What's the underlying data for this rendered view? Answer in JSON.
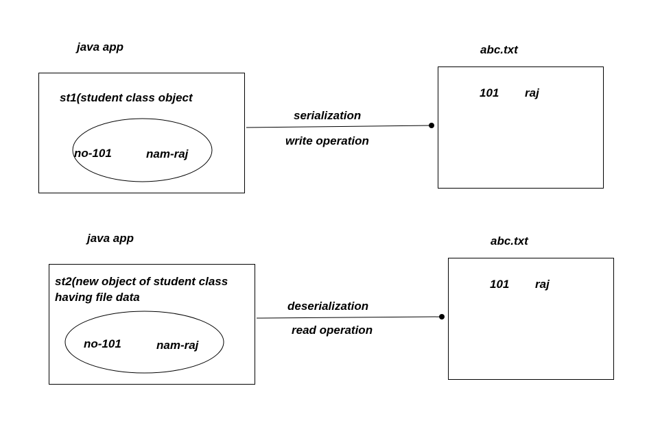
{
  "top_row": {
    "app_heading": "java app",
    "object_label": "st1(student class object",
    "field_no": "no-101",
    "field_name": "nam-raj",
    "arrow_label_top": "serialization",
    "arrow_label_bottom": "write operation",
    "file_heading": "abc.txt",
    "file_value_no": "101",
    "file_value_name": "raj"
  },
  "bottom_row": {
    "app_heading": "java app",
    "object_label_line1": "st2(new object of student class",
    "object_label_line2": "having file data",
    "field_no": "no-101",
    "field_name": "nam-raj",
    "arrow_label_top": "deserialization",
    "arrow_label_bottom": "read operation",
    "file_heading": "abc.txt",
    "file_value_no": "101",
    "file_value_name": "raj"
  }
}
